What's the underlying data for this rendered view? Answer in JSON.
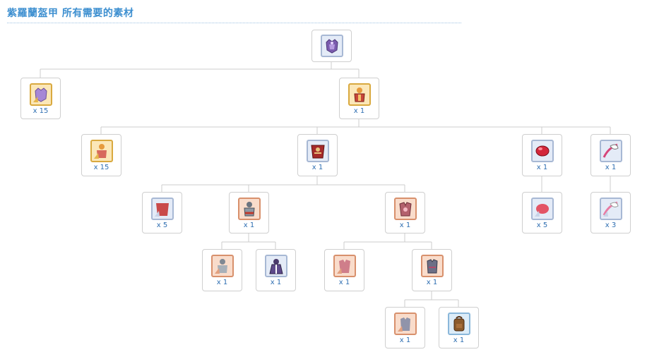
{
  "header": {
    "title": "紫羅蘭盔甲 所有需要的素材"
  },
  "nodes": [
    {
      "id": "root",
      "icon": "violet-armor-icon",
      "qty": ""
    },
    {
      "id": "r-frag",
      "icon": "violet-armor-fragment-icon",
      "qty": "x 15"
    },
    {
      "id": "r-mat",
      "icon": "crimson-armor-icon",
      "qty": "x 1"
    },
    {
      "id": "m-frag",
      "icon": "crimson-armor-fragment-icon",
      "qty": "x 15"
    },
    {
      "id": "m-armor",
      "icon": "red-cape-armor-icon",
      "qty": "x 1"
    },
    {
      "id": "m-gem",
      "icon": "red-gem-icon",
      "qty": "x 1"
    },
    {
      "id": "m-quill",
      "icon": "pink-quill-icon",
      "qty": "x 1"
    },
    {
      "id": "gem-frag",
      "icon": "red-gem-fragment-icon",
      "qty": "x 5"
    },
    {
      "id": "quill-frag",
      "icon": "pink-quill-fragment-icon",
      "qty": "x 3"
    },
    {
      "id": "a-frag",
      "icon": "red-cape-fragment-icon",
      "qty": "x 5"
    },
    {
      "id": "a-left",
      "icon": "grey-armor-icon",
      "qty": "x 1"
    },
    {
      "id": "a-right",
      "icon": "pink-armor-icon",
      "qty": "x 1"
    },
    {
      "id": "l-frag",
      "icon": "grey-armor-fragment-icon",
      "qty": "x 1"
    },
    {
      "id": "l-mat",
      "icon": "purple-robe-icon",
      "qty": "x 1"
    },
    {
      "id": "r2-frag",
      "icon": "pink-armor-fragment-icon",
      "qty": "x 1"
    },
    {
      "id": "r2-mat",
      "icon": "grey-cloth-armor-icon",
      "qty": "x 1"
    },
    {
      "id": "c-frag",
      "icon": "grey-cloth-fragment-icon",
      "qty": "x 1"
    },
    {
      "id": "c-mat",
      "icon": "leather-backpack-icon",
      "qty": "x 1"
    }
  ]
}
